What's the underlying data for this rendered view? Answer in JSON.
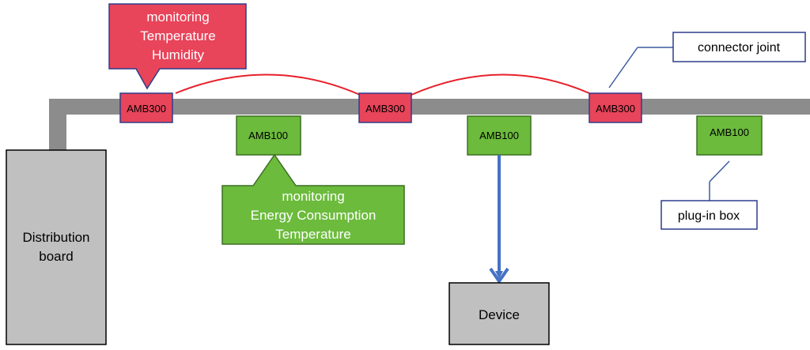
{
  "colors": {
    "busbar": "#8c8c8c",
    "red_box": "#e8445a",
    "red_stroke": "#2f3d8c",
    "green_box": "#6cbb3c",
    "green_stroke": "#3d6f22",
    "gray_box": "#c0c0c0",
    "link_curve": "#e8202c",
    "arrow": "#4472c4",
    "callout_line": "#3b5aa0"
  },
  "distribution_board": {
    "line1": "Distribution",
    "line2": "board"
  },
  "amb300": [
    {
      "label": "AMB300"
    },
    {
      "label": "AMB300"
    },
    {
      "label": "AMB300"
    }
  ],
  "amb100": [
    {
      "label": "AMB100"
    },
    {
      "label": "AMB100"
    },
    {
      "label": "AMB100"
    }
  ],
  "callout_amb300": {
    "line1": "monitoring",
    "line2": "Temperature",
    "line3": "Humidity"
  },
  "callout_amb100": {
    "line1": "monitoring",
    "line2": "Energy Consumption",
    "line3": "Temperature"
  },
  "labels": {
    "connector_joint": "connector joint",
    "plug_in_box": "plug-in box"
  },
  "device": {
    "label": "Device"
  }
}
